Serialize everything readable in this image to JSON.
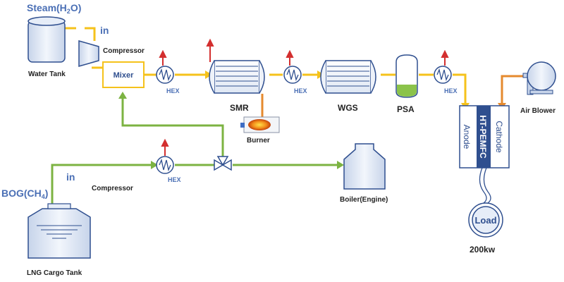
{
  "steam": {
    "prefix": "Steam(H",
    "sub": "2",
    "suffix": "O)"
  },
  "bog": {
    "prefix": "BOG(CH",
    "sub": "4",
    "suffix": ")"
  },
  "in_top": "in",
  "in_bottom": "in",
  "water_tank": "Water Tank",
  "compressor_top": "Compressor",
  "compressor_bottom": "Compressor",
  "mixer": "Mixer",
  "hex": "HEX",
  "smr": "SMR",
  "burner": "Burner",
  "wgs": "WGS",
  "psa": "PSA",
  "fuel_cell": {
    "name": "HT-PEMFC",
    "anode": "Anode",
    "cathode": "Cathode"
  },
  "air_blower": "Air Blower",
  "boiler": "Boiler(Engine)",
  "lng_tank": "LNG Cargo Tank",
  "load": "Load",
  "load_power": "200kw",
  "colors": {
    "steam_line": "#f5c21b",
    "bog_line": "#7cb342",
    "air_line": "#e58a2e",
    "equipment": "#2f4f8f",
    "label_blue": "#4a6fb5"
  }
}
